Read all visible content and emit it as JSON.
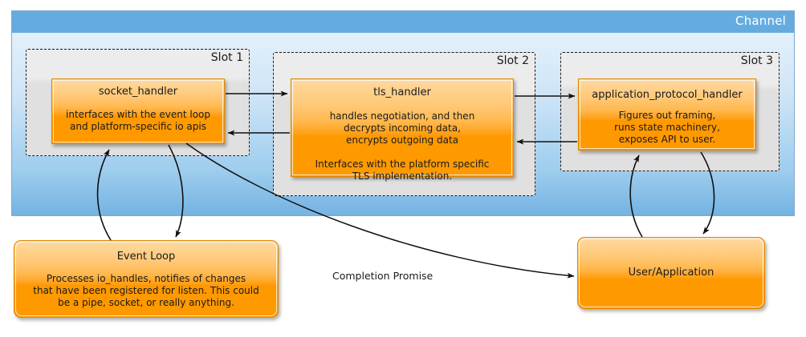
{
  "diagram": {
    "channel": {
      "title": "Channel"
    },
    "slots": [
      {
        "title": "Slot 1"
      },
      {
        "title": "Slot 2"
      },
      {
        "title": "Slot 3"
      }
    ],
    "nodes": {
      "socket_handler": {
        "title": "socket_handler",
        "description": "interfaces with the event loop\nand platform-specific io apis"
      },
      "tls_handler": {
        "title": "tls_handler",
        "description": "handles negotiation, and then\ndecrypts incoming data,\nencrypts outgoing data\n\nInterfaces with the platform specific\nTLS implementation."
      },
      "application_protocol_handler": {
        "title": "application_protocol_handler",
        "description": "Figures out framing,\nruns state machinery,\nexposes API to user."
      },
      "event_loop": {
        "title": "Event Loop",
        "description": "Processes io_handles, notifies of changes\nthat have been registered for listen. This could\nbe a pipe, socket, or really anything."
      },
      "user_application": {
        "title": "User/Application",
        "description": ""
      }
    },
    "edges": [
      {
        "name": "socket-handler-to-tls-handler",
        "label": "",
        "from": "socket_handler",
        "to": "tls_handler",
        "style": "straight-arrow"
      },
      {
        "name": "tls-handler-to-socket-handler",
        "label": "",
        "from": "tls_handler",
        "to": "socket_handler",
        "style": "straight-arrow"
      },
      {
        "name": "tls-handler-to-application-protocol-handler",
        "label": "",
        "from": "tls_handler",
        "to": "application_protocol_handler",
        "style": "straight-arrow"
      },
      {
        "name": "application-protocol-handler-to-tls-handler",
        "label": "",
        "from": "application_protocol_handler",
        "to": "tls_handler",
        "style": "straight-arrow"
      },
      {
        "name": "event-loop-to-socket-handler",
        "label": "",
        "from": "event_loop",
        "to": "socket_handler",
        "style": "curved-arrow"
      },
      {
        "name": "socket-handler-to-event-loop",
        "label": "",
        "from": "socket_handler",
        "to": "event_loop",
        "style": "curved-arrow"
      },
      {
        "name": "user-application-to-application-protocol-handler",
        "label": "",
        "from": "user_application",
        "to": "application_protocol_handler",
        "style": "curved-arrow"
      },
      {
        "name": "application-protocol-handler-to-user-application",
        "label": "",
        "from": "application_protocol_handler",
        "to": "user_application",
        "style": "curved-arrow"
      },
      {
        "name": "completion-promise",
        "label": "Completion Promise",
        "from": "socket_handler",
        "to": "user_application",
        "style": "curved-arrow"
      }
    ],
    "colors": {
      "channel_header": "#64ACE0",
      "channel_body_top": "#EAF4FC",
      "channel_body_bottom": "#74B3E2",
      "node_orange": "#FF9900",
      "node_orange_light": "#FFD9A0",
      "node_border": "#E28A00",
      "slot_fill": "#E0E0E0",
      "slot_border": "#1A1A1A",
      "arrow": "#1A1A1A",
      "page_background": "#FFFFFF"
    }
  }
}
